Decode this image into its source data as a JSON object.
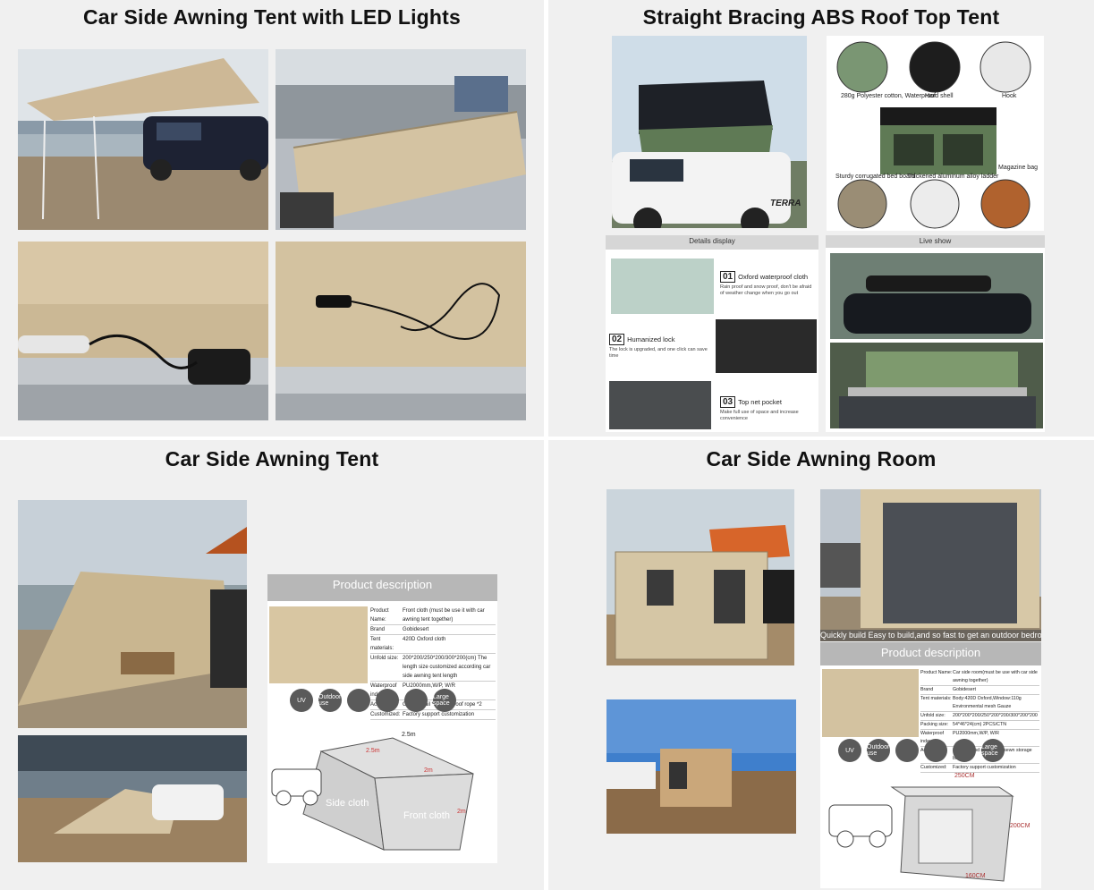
{
  "panels": {
    "q1": {
      "title": "Car Side Awning Tent with LED Lights"
    },
    "q2": {
      "title": "Straight Bracing ABS Roof Top Tent",
      "diagram_labels": {
        "polyester": "280g Polyester cotton, Waterproof",
        "hard_shell": "Hard shell",
        "hook": "Hook",
        "magazine_bag": "Magazine bag",
        "bed_board": "Sturdy corrugated bed board",
        "ladder": "Thickened aluminum alloy ladder"
      },
      "details_header": "Details display",
      "live_header": "Live show",
      "features": [
        {
          "num": "01",
          "title": "Oxford waterproof cloth",
          "desc": "Rain proof and snow proof, don't be afraid of weather change when you go out"
        },
        {
          "num": "02",
          "title": "Humanized lock",
          "desc": "The lock is upgraded, and one click can save time"
        },
        {
          "num": "03",
          "title": "Top net pocket",
          "desc": "Make full use of space and increase convenience"
        }
      ],
      "terra_badge": "TERRA"
    },
    "q3": {
      "title": "Car Side Awning Tent",
      "product_header": "Product description",
      "spec": [
        {
          "k": "Product Name:",
          "v": "Front cloth (must be use it with car awning tent together)"
        },
        {
          "k": "Brand",
          "v": "Gobidesert"
        },
        {
          "k": "Tent materials:",
          "v": "420D Oxford cloth"
        },
        {
          "k": "Unfold size:",
          "v": "200*200/250*200/300*200(cm) The length size customized according car side awning tent length"
        },
        {
          "k": "Waterproof index:",
          "v": "PU2000mm,W/P,  W/R"
        },
        {
          "k": "Accessory :",
          "v": "Ground nail *2, windproof rope *2"
        },
        {
          "k": "Customized:",
          "v": "Factory support customization"
        }
      ],
      "icons": [
        "UV",
        "Outdoor use",
        "",
        "",
        "",
        "Large space"
      ],
      "diagram": {
        "top": "2.5m",
        "left": "2.5m",
        "mid": "2m",
        "right": "2m",
        "side": "Side cloth",
        "front": "Front cloth"
      }
    },
    "q4": {
      "title": "Car Side Awning Room",
      "caption": "Quickly build Easy to build,and so fast to get an outdoor bedroom",
      "product_header": "Product description",
      "spec": [
        {
          "k": "Product Name:",
          "v": "Car side room(must be use with car side awning together)"
        },
        {
          "k": "Brand",
          "v": "Gobidesert"
        },
        {
          "k": "Tent materials:",
          "v": "Body:420D Oxford,Window:110g Environmental mesh Gauze"
        },
        {
          "k": "Unfold size:",
          "v": "200*200*200/250*200*200/300*200*200"
        },
        {
          "k": "Packing size:",
          "v": "54*46*24(cm)  2PCS/CTN"
        },
        {
          "k": "Waterproof index:",
          "v": "PU2000mm,W/P,  W/R"
        },
        {
          "k": "Accessory :",
          "v": "Four Ground nails,hand sewn storage bag"
        },
        {
          "k": "Customized:",
          "v": "Factory support customization"
        }
      ],
      "icons": [
        "UV",
        "Outdoor use",
        "",
        "",
        "",
        "Large space"
      ],
      "dims": {
        "w": "250CM",
        "h": "200CM",
        "d": "160CM"
      }
    }
  },
  "colors": {
    "canvas": "#f0f0f0",
    "awning": "#cdb896",
    "shell_green": "#5f7a55",
    "sky": "#c9d6e2"
  }
}
